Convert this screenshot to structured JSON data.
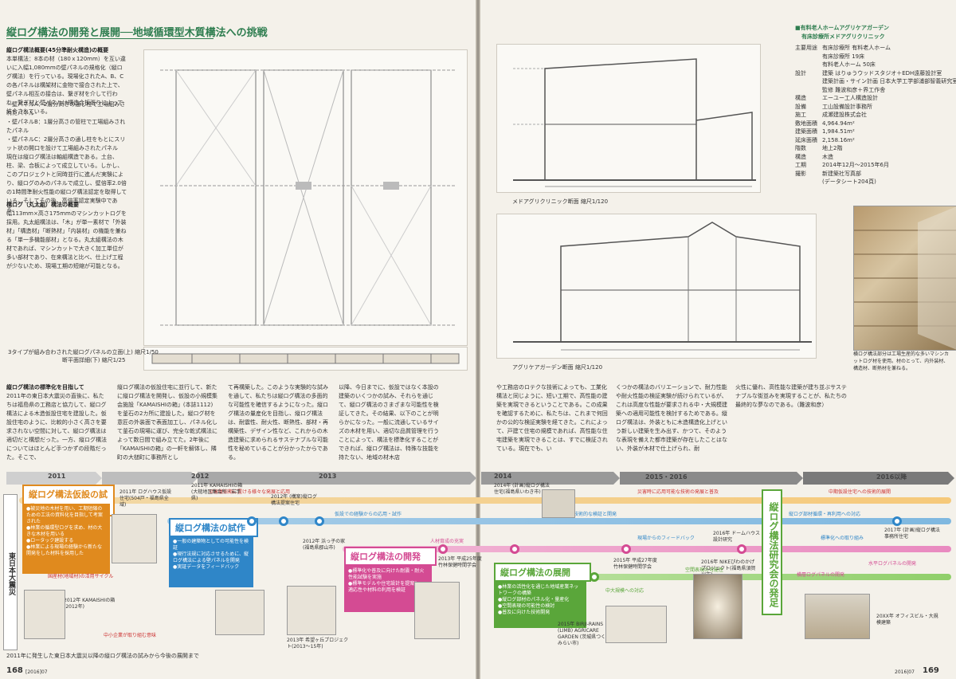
{
  "left_page": {
    "title": "縦ログ構法の開発と展開──地域循環型木質構法への挑戦",
    "section1_head": "縦ログ構法概要(45分準耐火構造)の概要",
    "section1_body": "本単構法：8本の材（180ｘ120mm）を互い違いに入幅1,080mmの壁パネルの規格化（縦ログ構法）を行っている。現場化されたA、B、C の各パネルは構架材に金物で接合された上で、壁パネル相互の接合は、繋ぎ材を介して行われ、繋ぎ材と壁パネルは構造合板張りによって結合されている。",
    "bullets": [
      "・壁パネルA：2層分高さの通し柱で工場組みされたパネル",
      "・壁パネルB：1層分高さの管柱で工場組みされたパネル",
      "・壁パネルC：2層分高さの通し柱をもとにスリット状の開口を設けて工場組みされたパネル"
    ],
    "section1_tail": "現在は縦ログ構法は軸組構造である。土台、柱、梁、合板によって成立している。しかし、このプロジェクトと同時並行に進んだ実験により、縦ログのみのパネルで成立し、壁倍率2.0倍の1時間準耐火性能の縦ログ構法認定を取得している。そしてその後、高倍率認定実験中である。",
    "section2_head": "構ログ（丸太組）構法の概要",
    "section2_body": "幅113mm×高さ175mmのマシンカットログを採用。丸太組構法は、「木」が単一素材で「外装材」「構造材」「断熱材」「内装材」の機能を兼ねる「単一多機能部材」となる。丸太組構法の木材であれば、マシンカットで大きく加工単位が多い部材であり、在来構法と比べ、仕上げ工程が少ないため、現場工期の短縮が可能となる。",
    "caption_panel": "3タイプが組み合わされた縦ログパネルの立面(上) 縮尺1/50",
    "caption_panel2": "断平面詳細(下) 縮尺1/25",
    "body_col1_head": "縦ログ構法の標準化を目指して",
    "body_col1": "2011年の東日本大震災の直後に、私たちは福島県の工務店と協力して、縦ログ構法による木造仮設住宅を建設した。仮設住宅のように、比較的小さく高さを要求されない空間に対して、縦ログ構法は適切だと構想だった。一方、縦ログ構法についてはほとんど手つかずの段階だった。そこで、",
    "body_col2": "縦ログ構法の仮設住宅に並行して、新たに縦ログ構法を開発し、仮設の小規模集会施設「KAMAISHIの箱」(本誌1112) を釜石の2カ所に建設した。縦ログ材を意匠の外装面で表面加工し、パネル化して釜石の現場に運び、完全な乾式構法によって数日間で組み立てた。2年後に「KAMAISHIの箱」の一軒を解体し、隣町の大槌町に事務所とし",
    "body_col3": "て再構築した。このような実験的な試みを通して、私たちは縦ログ構法の多面的な可能性を確信するようになった。縦ログ構法の量産化を目指し、縦ログ構法は、耐震性、耐火性、断熱性、部材・再構築性、デザイン性など、これからの木造建築に求められるサステナブルな可能性を秘めていることが分かったからである。",
    "body_col4": "以降、今日までに、仮設ではなく本設の建築のいくつかの試み、それらを通じて、縦ログ構法のさまざまな可能性を検証してきた。その結果、以下のことが明らかになった。一般に流通しているサイズの木材を用い、適切な品質管理を行うことによって、構法を標準化することができれば、縦ログ構法は、特殊な技能を持たない、地域の材木店",
    "timeline_caption": "2011年に発生した東日本大震災以降の縦ログ構法の試みから今後の展開まで",
    "page_no": "168",
    "page_sub": "[2016]07"
  },
  "right_page": {
    "section_caption1": "メドアグリクリニック断面 縮尺1/120",
    "section_caption2": "アグリケアガーデン断面 縮尺1/120",
    "project_name1": "■有料老人ホームアグリケアガーデン",
    "project_name2": "有床診療所メドアグリクリニック",
    "info": [
      [
        "主要用途",
        "有床診療所 有料老人ホーム"
      ],
      [
        "",
        "有床診療所 19床"
      ],
      [
        "",
        "有料老人ホーム 50床"
      ],
      [
        "設計",
        "建築 はりゅうウッドスタジオ＋EDH遠藤設計室"
      ],
      [
        "",
        "建築計画・サイン計画 日本大学工学部浦部智義研究室"
      ],
      [
        "",
        "監修 難波和彦＋界工作舎"
      ],
      [
        "構造",
        "エーユー工人構造設計"
      ],
      [
        "設備",
        "工山設備設計事務所"
      ],
      [
        "施工",
        "成瀬建設株式会社"
      ],
      [
        "敷地面積",
        "4,964.94m²"
      ],
      [
        "建築面積",
        "1,984.51m²"
      ],
      [
        "延床面積",
        "2,158.16m²"
      ],
      [
        "階数",
        "地上2階"
      ],
      [
        "構造",
        "木造"
      ],
      [
        "工期",
        "2014年12月〜2015年6月"
      ],
      [
        "撮影",
        "新建築社写真部"
      ],
      [
        "",
        "(データシート204頁)"
      ]
    ],
    "photo_caption": "横ログ構法部分は工場生産的な多いマシンカットログ材を使用。材のとって、内外装材、構造材、断熱材を兼ねる。",
    "body_col1": "や工務店のロテクな技術によっても、工業化構法と同じように、短い工期で、高性能の建築を実現できるということである。この成果を確認するために、私たちは、これまで何回かの公的な検証実験を経てきた。これによって、戸建て住宅の規模であれば、高性能な住宅建築を実現できることは、すでに検証されている。現在でも、い",
    "body_col2": "くつかの構法のバリエーションで、耐力性能や耐火性能の検証実験が続けられているが、これは高度な性能が要求される中・大規模建築への適用可能性を検討するためである。縦ログ構法は、外装ともに木造構造化上げという新しい建築を生み出す、かつて、そのような表現を備えた都市建築が存在したことはない、外装が木材で仕上げられ、耐",
    "body_col3": "火性に優れ、高性能な建築が建ち並ぶサステナブルな街並みを実現することが、私たちの最終的な夢なのである。（難波和彦）",
    "page_no": "169",
    "page_sub": "2016|07"
  },
  "timeline": {
    "years": [
      "2011",
      "2012",
      "2013",
      "2014",
      "2015・2016",
      "2016以降"
    ],
    "side_label": "東日本大震災",
    "box1_title": "縦ログ構法仮設の試み",
    "box1_bullets": "●被災地の木材を用い、工期短縮のための工法の資料化を目指して考案された\n●林業の循環型ログを求め、材の大きな木材を用いる\n●ロータック建設する\n●林業による現場の経験から新たな開発をした材料を採用した",
    "box2_title": "縦ログ構法の試作",
    "box2_bullets": "●一般の建築物としての可能性を検証\n●現行法規に対応させるために、縦ログ構法による壁パネルを開発\n●実証データをフィードバック",
    "box3_title": "縦ログ構法の開発",
    "box3_bullets": "●標準化や普及に向けた耐震・耐火性能試験を実施\n●標準モデルや住宅設計を提案し、適応性や材料の利用を検証",
    "box4_title": "縦ログ構法の展開",
    "box4_bullets": "●林業の活性化を通じた地域産業ネットワークの構築\n●縦ログ部材のパネル化・量産化\n●空間表現の可能性の検討\n●普及に向けた技術開発",
    "side_big": "縦ログ構法研究会の発足",
    "labels": [
      "災害復旧期に置ける様々な発展と応用",
      "仮設での経験からの応用・試作",
      "人材育成の充実",
      "技術的な検証と開発",
      "現場からのフィードバック",
      "災害時に応用可能な技術の発展と普及",
      "空間表現の可能性",
      "中大規模への対応",
      "中期仮設住宅への技術的展開",
      "縦ログ部材循環・再利用への対応",
      "標準化への取り組み",
      "水平ログパネルの開発",
      "横層ログパネルの開発",
      "国産材(地域材)の活用サイクル",
      "中小企業が取り組む意味"
    ],
    "events": [
      "2011年 ログハウス仮設住宅(504戸・福島県全域)",
      "2011年 KAMAISHIの箱(大槌地区集会所・岩手県)",
      "2012年 KAMAISHIの箱(2012年)",
      "2012年 (構案)縦ログ構法提案住宅",
      "2012年 浜っ子の家(福島県郡山市)",
      "2013年 希望ヶ丘プロジェクト(2013〜15年)",
      "2013年 平成25年度竹林保健時間学会",
      "2014年 (計画)縦ログ構法住宅(福島県いわき市)",
      "2015年 BIRJI-RAINS (LIMB) AGRICARE GARDEN (茨城県つくばみらい市)",
      "2015年 平成27年度竹林保健時間学会",
      "2016年 NIKEぴわのかげプロジェクト(福島県須賀川市)",
      "2016年 ドームハウス設計研究",
      "2017年 (計画)縦ログ構法事務所住宅",
      "20XX年 オフィスビル・大規模建築"
    ]
  }
}
